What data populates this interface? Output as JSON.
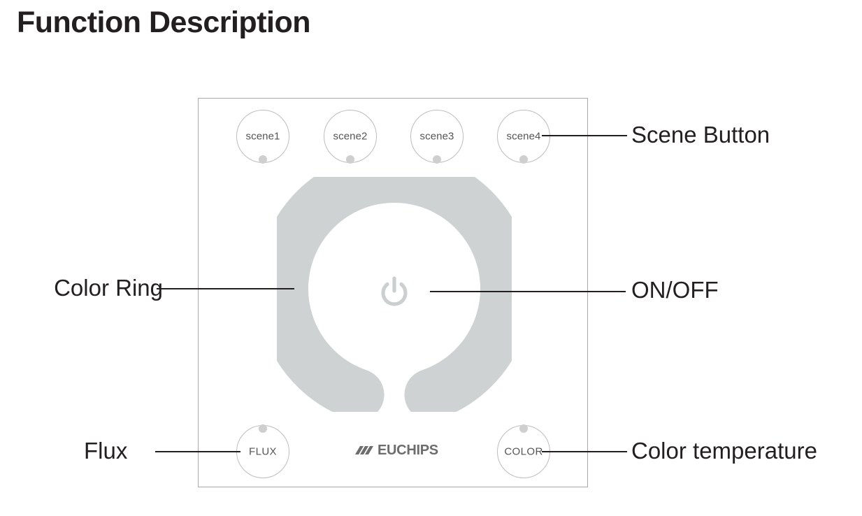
{
  "page": {
    "title": "Function Description",
    "background_color": "#ffffff",
    "text_color": "#231f20"
  },
  "device_panel": {
    "name": "LED touch panel controller",
    "border_color": "#a8a8a8",
    "ring": {
      "label": "color-ring",
      "color": "#ced2d2",
      "gap_position": "bottom"
    },
    "power_icon": {
      "name": "power-icon",
      "color": "#cbcfcf"
    },
    "scene_buttons": [
      {
        "label": "scene1",
        "led_color": "#cfcfcf",
        "led_position": "bottom"
      },
      {
        "label": "scene2",
        "led_color": "#cfcfcf",
        "led_position": "bottom"
      },
      {
        "label": "scene3",
        "led_color": "#cfcfcf",
        "led_position": "bottom"
      },
      {
        "label": "scene4",
        "led_color": "#cfcfcf",
        "led_position": "bottom"
      }
    ],
    "function_buttons": [
      {
        "label": "FLUX",
        "led_color": "#cfcfcf",
        "led_position": "top"
      },
      {
        "label": "COLOR",
        "led_color": "#cfcfcf",
        "led_position": "top"
      }
    ],
    "brand": {
      "text": "EUCHIPS",
      "color": "#6d6d6d",
      "mark": "three-slanted-stripes"
    }
  },
  "callouts": [
    {
      "id": "scene-button",
      "text": "Scene Button",
      "side": "right"
    },
    {
      "id": "on-off",
      "text": "ON/OFF",
      "side": "right"
    },
    {
      "id": "color-temperature",
      "text": "Color temperature",
      "side": "right"
    },
    {
      "id": "color-ring",
      "text": "Color Ring",
      "side": "left"
    },
    {
      "id": "flux",
      "text": "Flux",
      "side": "left"
    }
  ]
}
